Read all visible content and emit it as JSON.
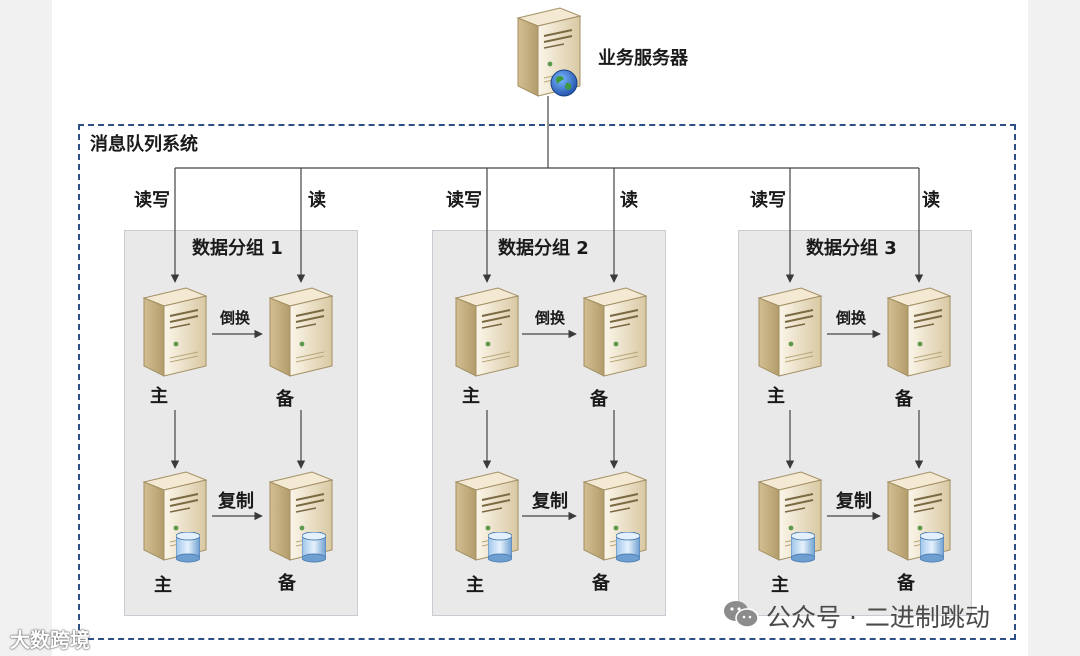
{
  "business_server": {
    "label": "业务服务器"
  },
  "system": {
    "label": "消息队列系统"
  },
  "groups": [
    {
      "title": "数据分组 1",
      "read_write_label": "读写",
      "read_label": "读",
      "switch_label": "倒换",
      "copy_label": "复制",
      "primary_label": "主",
      "backup_label": "备",
      "primary_db_label": "主",
      "backup_db_label": "备"
    },
    {
      "title": "数据分组 2",
      "read_write_label": "读写",
      "read_label": "读",
      "switch_label": "倒换",
      "copy_label": "复制",
      "primary_label": "主",
      "backup_label": "备",
      "primary_db_label": "主",
      "backup_db_label": "备"
    },
    {
      "title": "数据分组 3",
      "read_write_label": "读写",
      "read_label": "读",
      "switch_label": "倒换",
      "copy_label": "复制",
      "primary_label": "主",
      "backup_label": "备",
      "primary_db_label": "主",
      "backup_db_label": "备"
    }
  ],
  "watermarks": {
    "wechat_channel": "公众号 · 二进制跳动",
    "bottom_left": "大数跨境"
  },
  "colors": {
    "system_border": "#2d4f87",
    "group_fill": "#e9e9e9",
    "server_body": "#ede1c6"
  },
  "icons": [
    "server-icon",
    "globe-icon",
    "database-icon",
    "wechat-icon"
  ]
}
